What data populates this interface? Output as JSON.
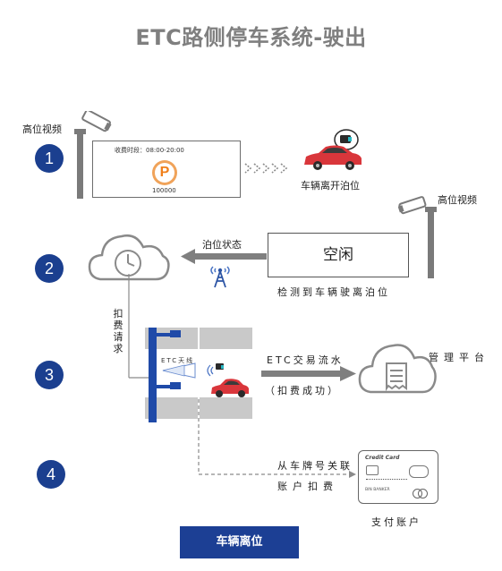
{
  "title": "ETC路侧停车系统-驶出",
  "steps": [
    "1",
    "2",
    "3",
    "4"
  ],
  "camera_label_left": "高位视频",
  "camera_label_right": "高位视频",
  "sign_hours": "收费时段：08:00-20:00",
  "sign_symbol": "P",
  "sign_code": "100000",
  "car_leaving_label": "车辆离开泊位",
  "status_box_text": "空闲",
  "detect_label": "检测到车辆驶离泊位",
  "parking_state_label": "泊位状态",
  "deduct_request_label": "扣费请求",
  "etc_antenna_label": "ETC天线",
  "etc_flow_label": "ETC交易流水",
  "deduct_success_label": "（扣费成功）",
  "platform_label": "管理平台",
  "plate_link_label": "从车牌号关联",
  "account_deduct_label": "账户扣费",
  "payment_account_label": "支付账户",
  "card": {
    "brand": "Credit Card",
    "bank": "BIN BANKER"
  },
  "bottom_button": "车辆离位",
  "colors": {
    "accent_blue": "#1b3f8f",
    "car_red": "#d9363b",
    "gray": "#7f7f7f"
  }
}
